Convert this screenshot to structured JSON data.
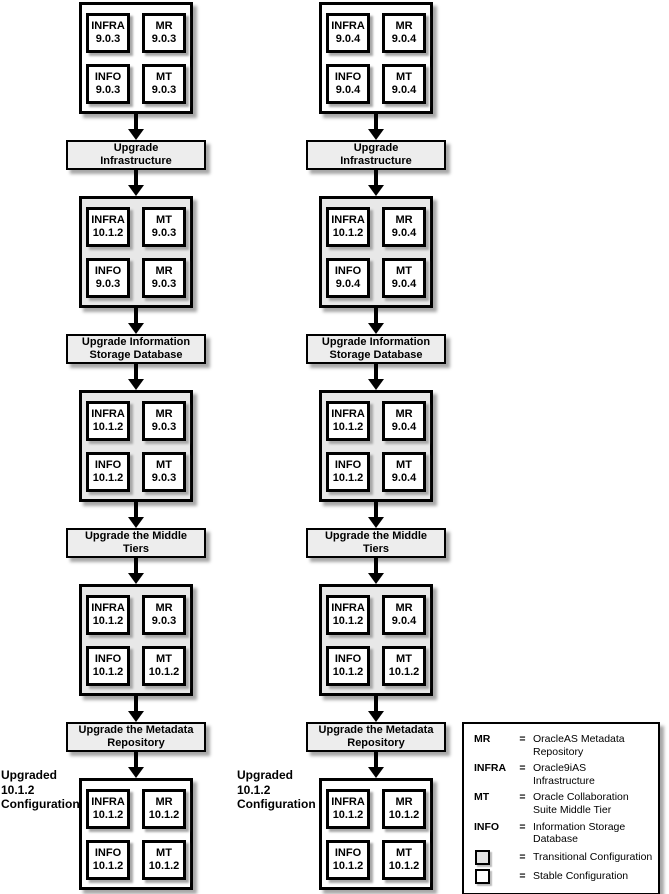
{
  "colors": {
    "border": "#000000",
    "stable_fill": "#ffffff",
    "transitional_fill": "#e8e8e8",
    "process_fill": "#ededed",
    "shadow": "#a8a8a8"
  },
  "left_flow": {
    "configs": [
      {
        "state": "stable",
        "cells": [
          "INFRA\n9.0.3",
          "MR\n9.0.3",
          "INFO\n9.0.3",
          "MT\n9.0.3"
        ]
      },
      {
        "state": "transitional",
        "cells": [
          "INFRA\n10.1.2",
          "MT\n9.0.3",
          "INFO\n9.0.3",
          "MR\n9.0.3"
        ]
      },
      {
        "state": "transitional",
        "cells": [
          "INFRA\n10.1.2",
          "MR\n9.0.3",
          "INFO\n10.1.2",
          "MT\n9.0.3"
        ]
      },
      {
        "state": "transitional",
        "cells": [
          "INFRA\n10.1.2",
          "MR\n9.0.3",
          "INFO\n10.1.2",
          "MT\n10.1.2"
        ]
      },
      {
        "state": "stable",
        "cells": [
          "INFRA\n10.1.2",
          "MR\n10.1.2",
          "INFO\n10.1.2",
          "MT\n10.1.2"
        ]
      }
    ],
    "processes": [
      "Upgrade\nInfrastructure",
      "Upgrade Information\nStorage Database",
      "Upgrade the Middle\nTiers",
      "Upgrade the Metadata\nRepository"
    ],
    "final_label": "Upgraded\n10.1.2\nConfiguration"
  },
  "right_flow": {
    "configs": [
      {
        "state": "stable",
        "cells": [
          "INFRA\n9.0.4",
          "MR\n9.0.4",
          "INFO\n9.0.4",
          "MT\n9.0.4"
        ]
      },
      {
        "state": "transitional",
        "cells": [
          "INFRA\n10.1.2",
          "MR\n9.0.4",
          "INFO\n9.0.4",
          "MT\n9.0.4"
        ]
      },
      {
        "state": "transitional",
        "cells": [
          "INFRA\n10.1.2",
          "MR\n9.0.4",
          "INFO\n10.1.2",
          "MT\n9.0.4"
        ]
      },
      {
        "state": "transitional",
        "cells": [
          "INFRA\n10.1.2",
          "MR\n9.0.4",
          "INFO\n10.1.2",
          "MT\n10.1.2"
        ]
      },
      {
        "state": "stable",
        "cells": [
          "INFRA\n10.1.2",
          "MR\n10.1.2",
          "INFO\n10.1.2",
          "MT\n10.1.2"
        ]
      }
    ],
    "processes": [
      "Upgrade\nInfrastructure",
      "Upgrade Information\nStorage Database",
      "Upgrade the Middle\nTiers",
      "Upgrade the Metadata\nRepository"
    ],
    "final_label": "Upgraded\n10.1.2\nConfiguration"
  },
  "legend": {
    "eq": "=",
    "rows": [
      {
        "term": "MR",
        "def": "OracleAS Metadata\nRepository"
      },
      {
        "term": "INFRA",
        "def": "Oracle9iAS\nInfrastructure"
      },
      {
        "term": "MT",
        "def": "Oracle Collaboration\nSuite Middle Tier"
      },
      {
        "term": "INFO",
        "def": "Information Storage\nDatabase"
      },
      {
        "term": "",
        "def": "Transitional Configuration",
        "swatch": "transitional"
      },
      {
        "term": "",
        "def": "Stable Configuration",
        "swatch": "stable"
      }
    ]
  }
}
